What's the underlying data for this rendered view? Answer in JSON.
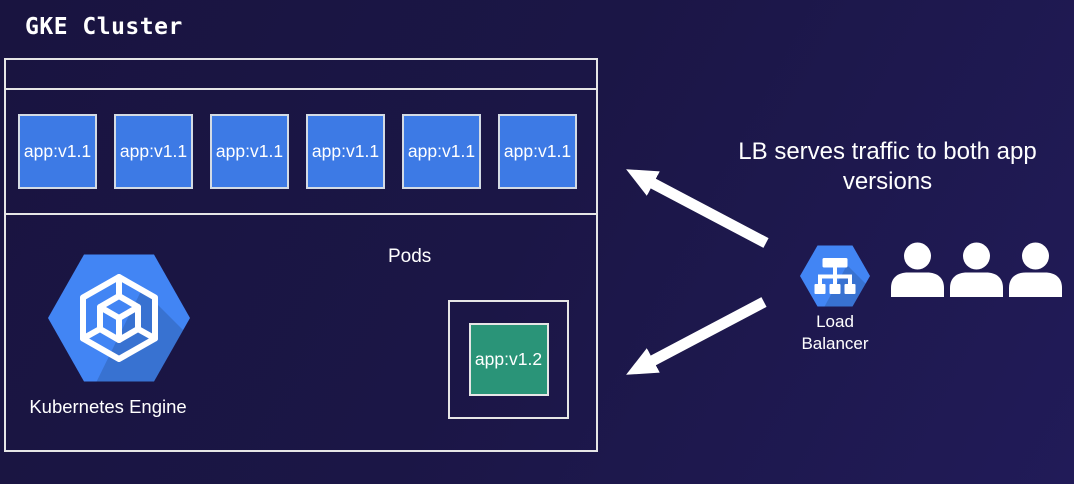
{
  "title": "GKE Cluster",
  "cluster": {
    "pods": [
      "app:v1.1",
      "app:v1.1",
      "app:v1.1",
      "app:v1.1",
      "app:v1.1",
      "app:v1.1"
    ],
    "pods_label": "Pods",
    "engine_label": "Kubernetes Engine",
    "new_pod_label": "app:v1.2"
  },
  "annotation": {
    "text": "LB serves traffic to both app versions",
    "lines": [
      "LB serves traffic to both app",
      "versions"
    ]
  },
  "load_balancer": {
    "label": "Load Balancer",
    "lines": [
      "Load",
      "Balancer"
    ]
  },
  "users_count": 3,
  "icons": {
    "kubernetes_engine": "kubernetes-engine-icon",
    "load_balancer": "load-balancer-icon",
    "user": "user-icon"
  },
  "colors": {
    "background_top": "#191440",
    "background_bottom": "#211B58",
    "pod_blue": "#3D7AE5",
    "pod_green": "#2A9478",
    "gcp_blue": "#4285F4",
    "box_border": "#E6E6E6",
    "text": "#FFFFFF",
    "arrow": "#FFFFFF"
  }
}
